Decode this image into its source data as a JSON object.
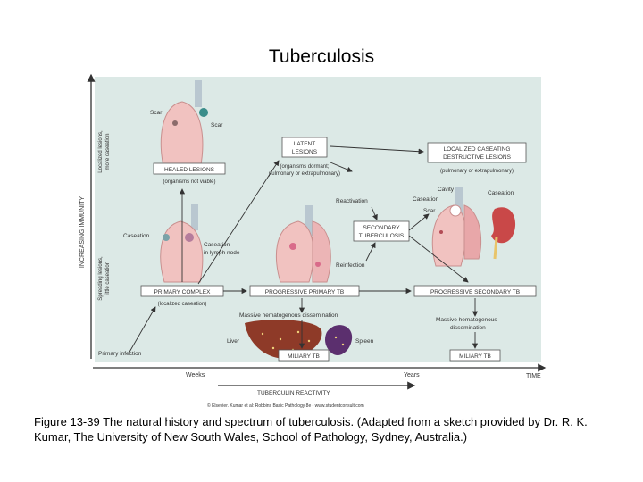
{
  "title": "Tuberculosis",
  "diagram": {
    "y_axis_label": "INCREASING IMMUNITY",
    "y_upper_label_1": "Localized lesions,",
    "y_upper_label_2": "more caseation",
    "y_lower_label_1": "Spreading lesions,",
    "y_lower_label_2": "little caseation",
    "x_weeks": "Weeks",
    "x_years": "Years",
    "x_time": "TIME",
    "tuberculin": "TUBERCULIN REACTIVITY",
    "copyright": "© Elsevier. Kumar et al: Robbins Basic Pathology 8e - www.studentconsult.com",
    "healed_scar_1": "Scar",
    "healed_scar_2": "Scar",
    "healed_lesions": "HEALED LESIONS",
    "healed_note": "(organisms not viable)",
    "latent_1": "LATENT",
    "latent_2": "LESIONS",
    "latent_note_1": "(organisms dormant;",
    "latent_note_2": "pulmonary or extrapulmonary)",
    "localized_1": "LOCALIZED CASEATING",
    "localized_2": "DESTRUCTIVE LESIONS",
    "localized_note": "(pulmonary or extrapulmonary)",
    "cavity": "Cavity",
    "caseation_right": "Caseation",
    "caseation_center": "Caseation",
    "scar_center": "Scar",
    "reactivation": "Reactivation",
    "secondary_1": "SECONDARY",
    "secondary_2": "TUBERCULOSIS",
    "reinfection": "Reinfection",
    "caseation_left": "Caseation",
    "caseation_node_1": "Caseation",
    "caseation_node_2": "in lymph node",
    "primary_complex": "PRIMARY COMPLEX",
    "primary_note": "(localized caseation)",
    "progressive_primary": "PROGRESSIVE PRIMARY TB",
    "progressive_secondary": "PROGRESSIVE SECONDARY TB",
    "massive_left": "Massive hematogenous dissemination",
    "massive_right_1": "Massive hematogenous",
    "massive_right_2": "dissemination",
    "primary_infection": "Primary infection",
    "liver": "Liver",
    "spleen": "Spleen",
    "miliary_left": "MILIARY TB",
    "miliary_right": "MILIARY TB"
  },
  "colors": {
    "panel": "#dce9e6",
    "lung": "#f1c2c0",
    "lung_edge": "#c98f8e",
    "trachea": "#b9c7d0",
    "liver": "#8e3a28",
    "spleen": "#5b2f6e",
    "kidney": "#c94848"
  },
  "caption": "Figure 13-39 The natural history and spectrum of tuberculosis. (Adapted from a sketch provided by Dr. R. K. Kumar, The University of New South Wales, School of Pathology, Sydney, Australia.)"
}
